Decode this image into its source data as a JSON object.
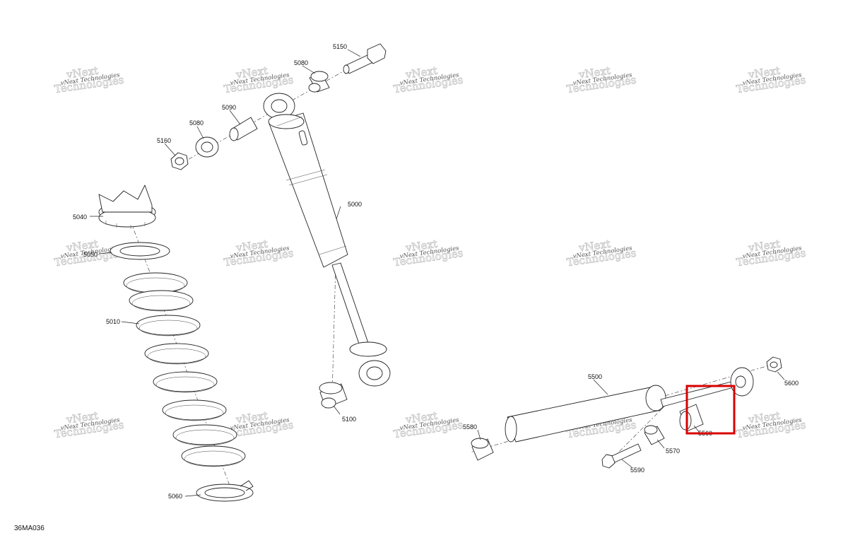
{
  "labels": {
    "p5150": "5150",
    "p5080a": "5080",
    "p5090": "5090",
    "p5080b": "5080",
    "p5160": "5160",
    "p5040": "5040",
    "p5050": "5050",
    "p5000": "5000",
    "p5010": "5010",
    "p5100": "5100",
    "p5060": "5060",
    "p5500": "5500",
    "p5600": "5600",
    "p5580": "5580",
    "p5570": "5570",
    "p5590": "5590",
    "p5560": "5560"
  },
  "watermark": {
    "line1": "vNext",
    "line2": "Technologies",
    "line3": "vNext Technologies"
  },
  "drawing_code": "36MA036",
  "highlight_color": "#d90000"
}
